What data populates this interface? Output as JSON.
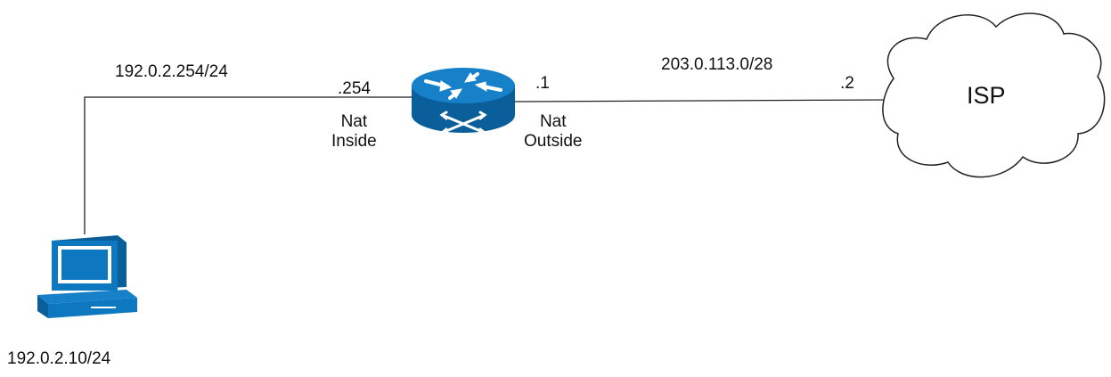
{
  "diagram": {
    "lan_subnet": "192.0.2.254/24",
    "router_inside_ip": ".254",
    "router_inside_role": "Nat\nInside",
    "router_outside_ip": ".1",
    "router_outside_role": "Nat\nOutside",
    "wan_subnet": "203.0.113.0/28",
    "isp_ip": ".2",
    "isp_name": "ISP",
    "host_ip": "192.0.2.10/24"
  },
  "colors": {
    "device_blue": "#0D77C0",
    "device_dark": "#0A5E9A",
    "link": "#222222",
    "cloud_stroke": "#222222"
  },
  "icons": {
    "router": "router-icon",
    "computer": "desktop-computer-icon",
    "cloud": "cloud-icon"
  }
}
